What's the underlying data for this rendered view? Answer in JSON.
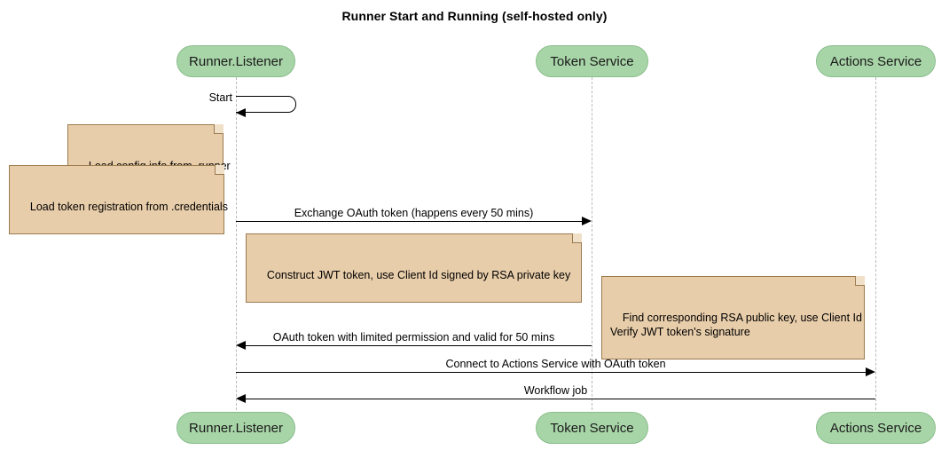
{
  "diagram": {
    "title": "Runner Start and Running (self-hosted only)",
    "type": "sequence-diagram",
    "colors": {
      "participant_fill": "#a8d5a8",
      "participant_border": "#89bd8b",
      "note_fill": "#e8cdaa",
      "note_border": "#9b7a4f",
      "line": "#000000",
      "lifeline": "#b9b9b9",
      "background": "#ffffff"
    }
  },
  "participants": [
    {
      "id": "runner",
      "label": "Runner.Listener"
    },
    {
      "id": "token",
      "label": "Token Service"
    },
    {
      "id": "actions",
      "label": "Actions Service"
    }
  ],
  "messages": [
    {
      "id": "m1",
      "label": "Start",
      "from": "runner",
      "to": "runner",
      "kind": "self"
    },
    {
      "id": "m2",
      "label": "Exchange OAuth token (happens every 50 mins)",
      "from": "runner",
      "to": "token",
      "kind": "solid",
      "direction": "right"
    },
    {
      "id": "m3",
      "label": "OAuth token with limited permission and valid for 50 mins",
      "from": "token",
      "to": "runner",
      "kind": "solid",
      "direction": "left"
    },
    {
      "id": "m4",
      "label": "Connect to Actions Service with OAuth token",
      "from": "runner",
      "to": "actions",
      "kind": "solid",
      "direction": "right"
    },
    {
      "id": "m5",
      "label": "Workflow job",
      "from": "actions",
      "to": "runner",
      "kind": "solid",
      "direction": "left"
    }
  ],
  "notes": [
    {
      "id": "n1",
      "text": "Load config info from .runner"
    },
    {
      "id": "n2",
      "text": "Load token registration from .credentials"
    },
    {
      "id": "n3",
      "text": "Construct JWT token, use Client Id signed by RSA private key"
    },
    {
      "id": "n4",
      "text": "Find corresponding RSA public key, use Client Id\nVerify JWT token's signature"
    }
  ]
}
